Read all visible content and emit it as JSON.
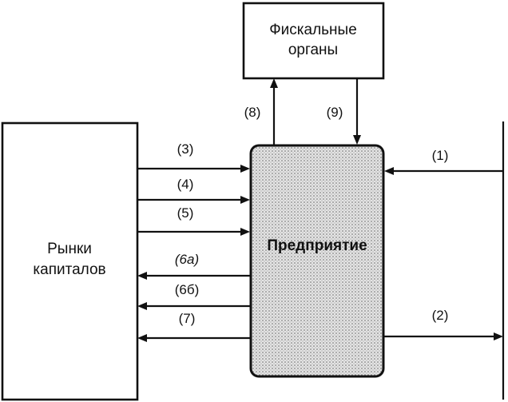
{
  "fiscal": {
    "line1": "Фискальные",
    "line2": "органы"
  },
  "markets": {
    "line1": "Рынки",
    "line2": "капиталов"
  },
  "enterprise": {
    "label": "Предприятие"
  },
  "flows": {
    "f1": "(1)",
    "f2": "(2)",
    "f3": "(3)",
    "f4": "(4)",
    "f5": "(5)",
    "f6a": "(6a)",
    "f6b": "(6б)",
    "f7": "(7)",
    "f8": "(8)",
    "f9": "(9)"
  }
}
